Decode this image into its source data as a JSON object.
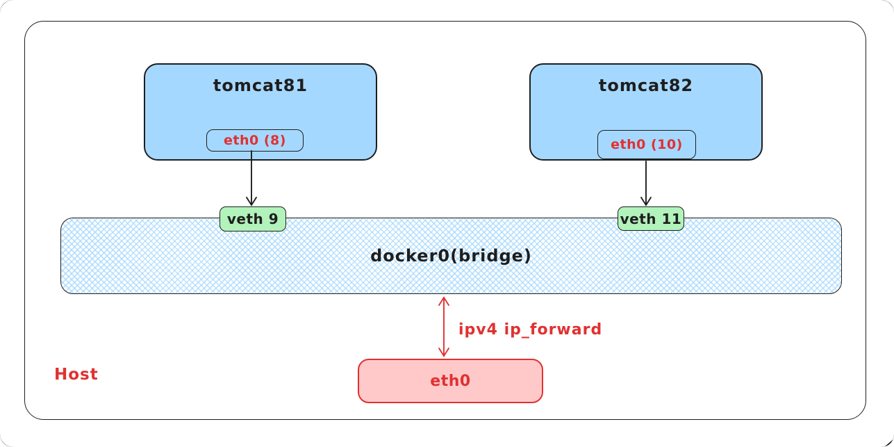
{
  "diagram": {
    "host": {
      "label": "Host",
      "interface_label": "eth0"
    },
    "containers": [
      {
        "name": "tomcat81",
        "interface_label": "eth0 (8)"
      },
      {
        "name": "tomcat82",
        "interface_label": "eth0 (10)"
      }
    ],
    "veth_labels": [
      "veth 9",
      "veth 11"
    ],
    "bridge": {
      "label": "docker0(bridge)"
    },
    "forwarding": {
      "label": "ipv4 ip_forward"
    },
    "colors": {
      "stroke_dark": "#1e1e1e",
      "accent_red": "#e03131",
      "container_fill": "#a5d8ff",
      "veth_fill": "#b2f2bb",
      "host_eth_fill": "#ffc9c9",
      "bridge_hatch": "#a5d8ff",
      "background": "#ffffff"
    }
  }
}
